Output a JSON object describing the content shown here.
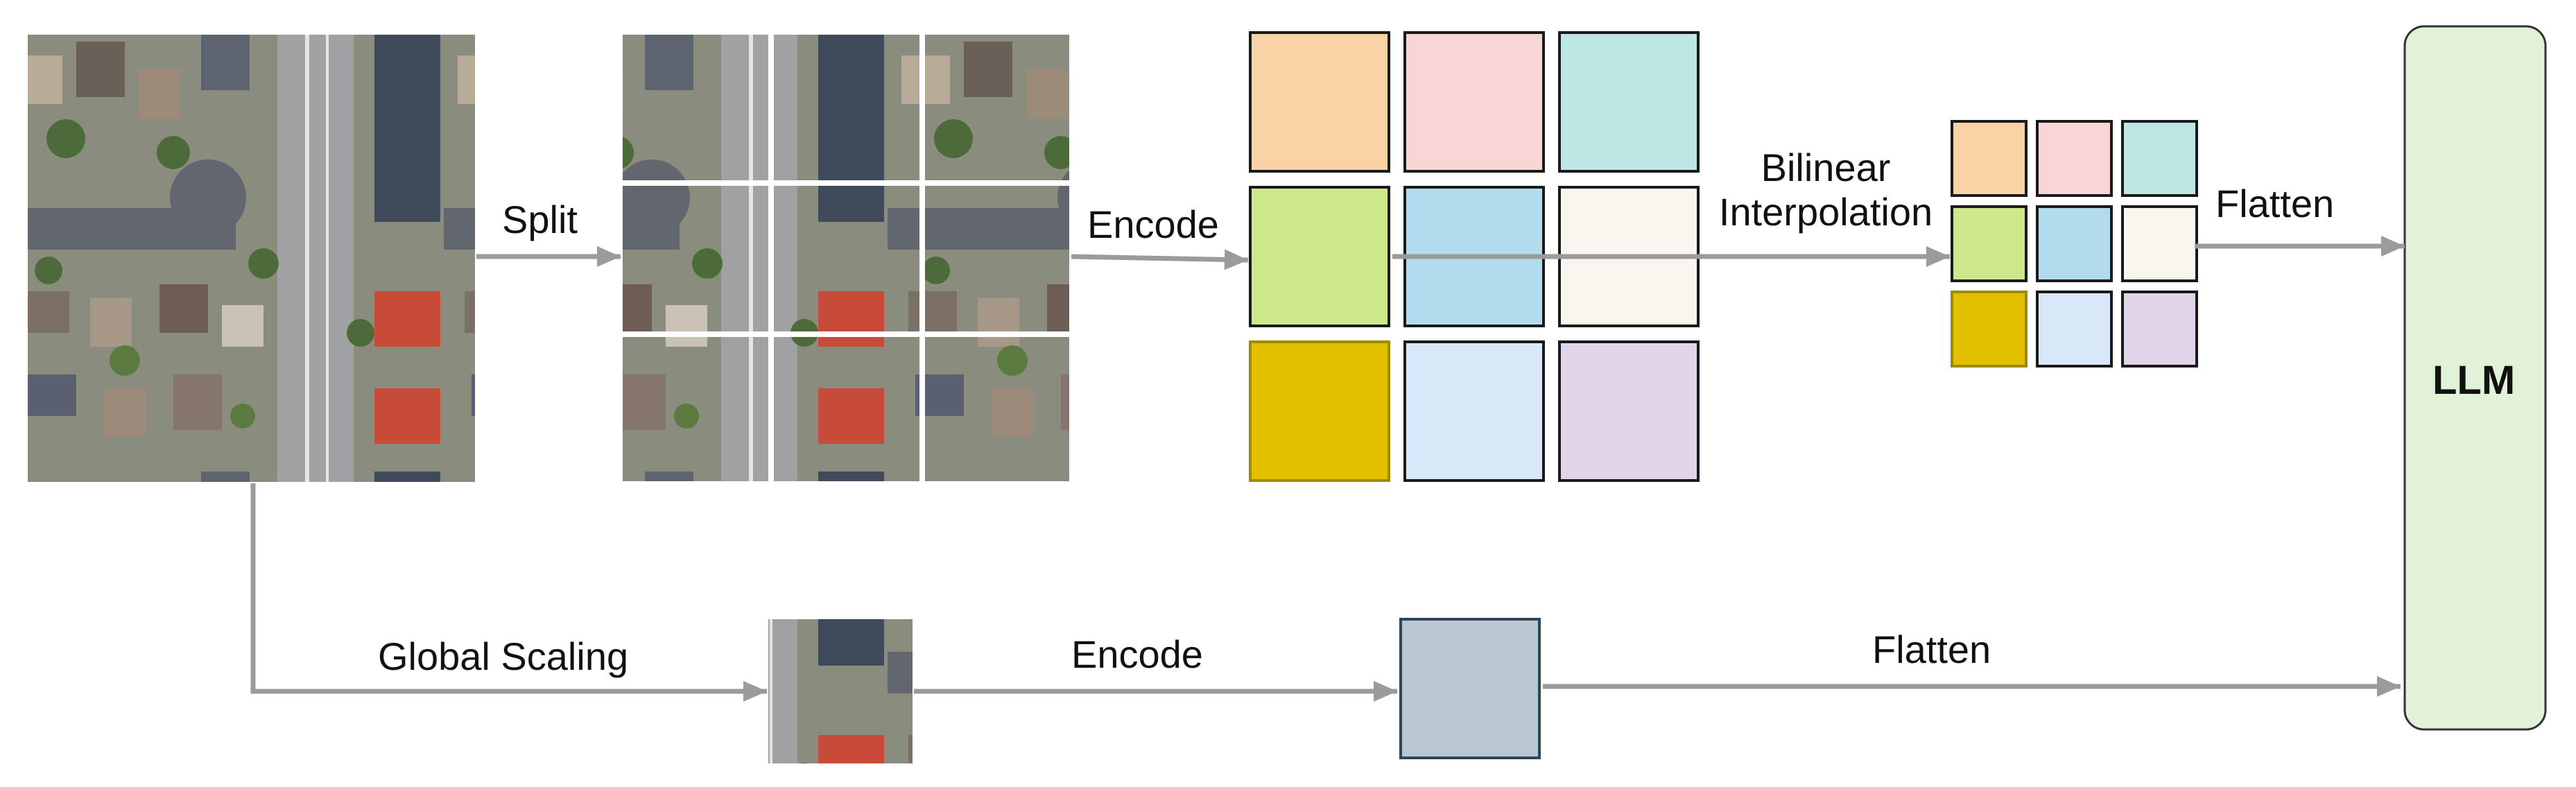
{
  "labels": {
    "split": "Split",
    "encode_top": "Encode",
    "bilinear_line1": "Bilinear",
    "bilinear_line2": "Interpolation",
    "flatten_top": "Flatten",
    "global_scaling": "Global Scaling",
    "encode_bottom": "Encode",
    "flatten_bottom": "Flatten",
    "llm": "LLM"
  },
  "images": {
    "original": "satellite-image",
    "split_tiles": "split-satellite-tiles",
    "global_thumbnail": "scaled-satellite-thumbnail"
  },
  "feature_grid_colors": [
    "#f9d3a6",
    "#f8d6d6",
    "#bce7e5",
    "#cce88b",
    "#b3dbee",
    "#f8f6ee",
    "#e2c000",
    "#d9e8f8",
    "#e2d5ea"
  ],
  "global_feature_color": "#b8c7d2",
  "llm_fill": "#e2f2d8",
  "arrow_color": "#9b9b9b"
}
